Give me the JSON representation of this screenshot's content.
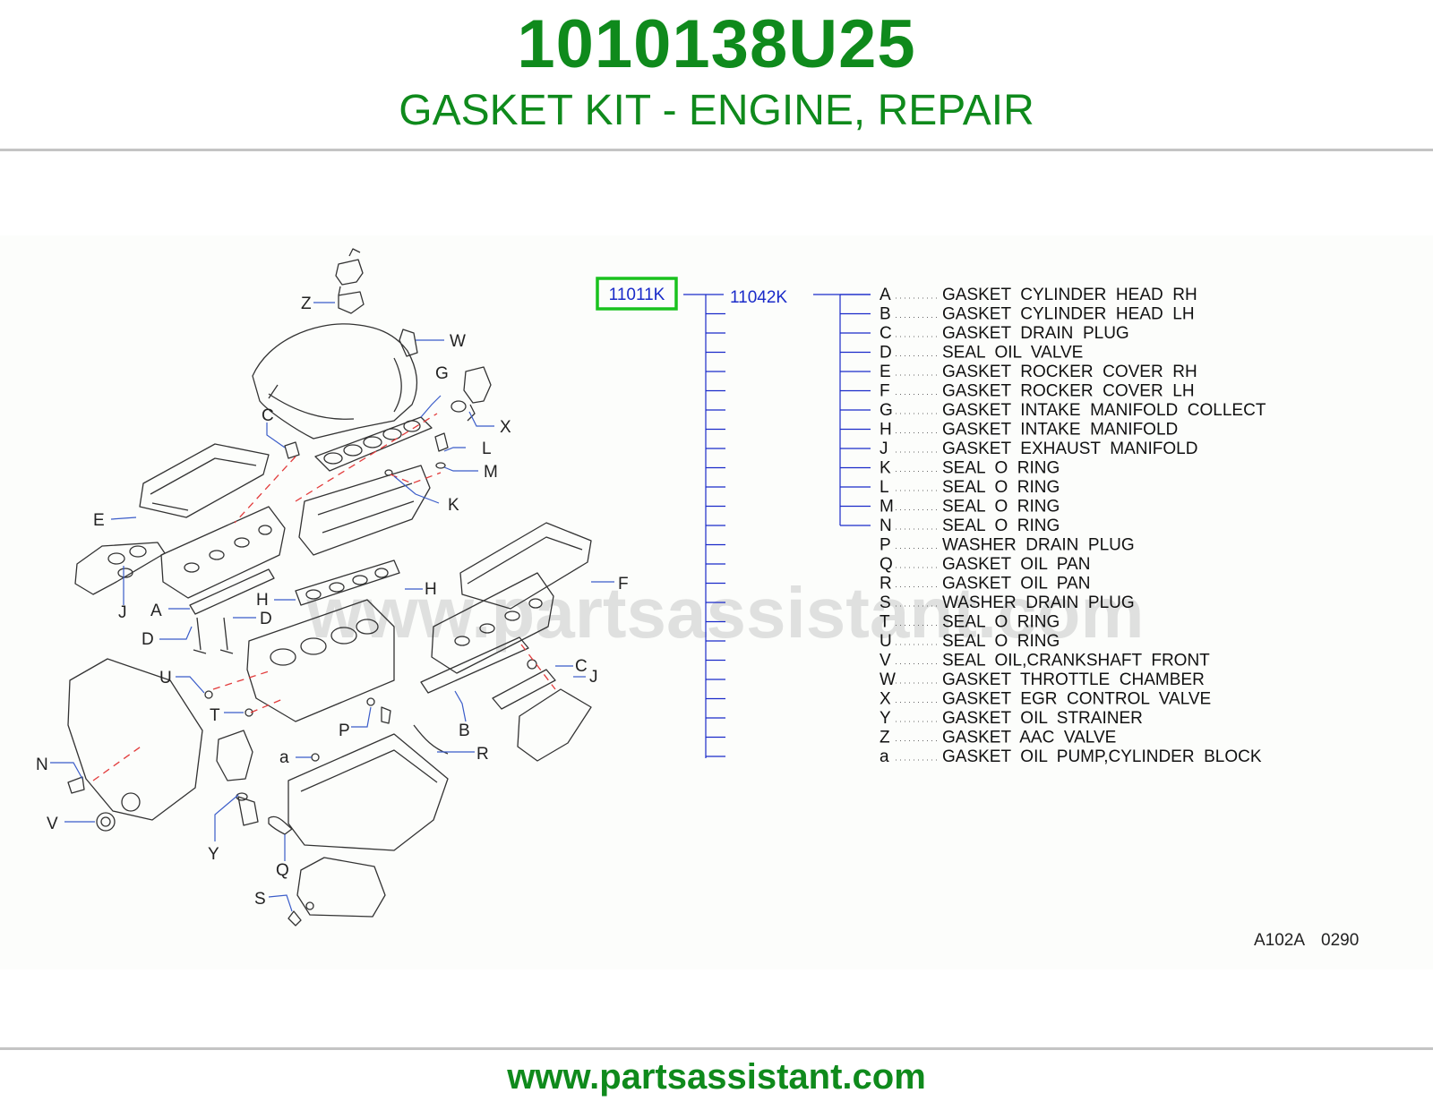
{
  "header": {
    "part_number": "1010138U25",
    "description": "GASKET KIT - ENGINE, REPAIR"
  },
  "diagram": {
    "kit_code": "11011K",
    "subkit_code": "11042K",
    "watermark": "www.partsassistant.com",
    "ref_code": [
      "A102A",
      "0290"
    ],
    "legend": [
      {
        "key": "A",
        "label": "GASKET  CYLINDER  HEAD  RH"
      },
      {
        "key": "B",
        "label": "GASKET  CYLINDER  HEAD  LH"
      },
      {
        "key": "C",
        "label": "GASKET  DRAIN  PLUG"
      },
      {
        "key": "D",
        "label": "SEAL  OIL  VALVE"
      },
      {
        "key": "E",
        "label": "GASKET  ROCKER  COVER  RH"
      },
      {
        "key": "F",
        "label": "GASKET  ROCKER  COVER  LH"
      },
      {
        "key": "G",
        "label": "GASKET  INTAKE  MANIFOLD  COLLECT"
      },
      {
        "key": "H",
        "label": "GASKET  INTAKE  MANIFOLD"
      },
      {
        "key": "J",
        "label": "GASKET  EXHAUST  MANIFOLD"
      },
      {
        "key": "K",
        "label": "SEAL  O  RING"
      },
      {
        "key": "L",
        "label": "SEAL  O  RING"
      },
      {
        "key": "M",
        "label": "SEAL  O  RING"
      },
      {
        "key": "N",
        "label": "SEAL  O  RING"
      },
      {
        "key": "P",
        "label": "WASHER  DRAIN  PLUG"
      },
      {
        "key": "Q",
        "label": "GASKET  OIL  PAN"
      },
      {
        "key": "R",
        "label": "GASKET  OIL  PAN"
      },
      {
        "key": "S",
        "label": "WASHER  DRAIN  PLUG"
      },
      {
        "key": "T",
        "label": "SEAL  O  RING"
      },
      {
        "key": "U",
        "label": "SEAL  O  RING"
      },
      {
        "key": "V",
        "label": "SEAL  OIL,CRANKSHAFT  FRONT"
      },
      {
        "key": "W",
        "label": "GASKET  THROTTLE  CHAMBER"
      },
      {
        "key": "X",
        "label": "GASKET  EGR  CONTROL  VALVE"
      },
      {
        "key": "Y",
        "label": "GASKET  OIL  STRAINER"
      },
      {
        "key": "Z",
        "label": "GASKET  AAC  VALVE"
      },
      {
        "key": "a",
        "label": "GASKET  OIL  PUMP,CYLINDER  BLOCK"
      }
    ],
    "callouts": [
      {
        "key": "Z"
      },
      {
        "key": "W"
      },
      {
        "key": "G"
      },
      {
        "key": "X"
      },
      {
        "key": "C"
      },
      {
        "key": "L"
      },
      {
        "key": "M"
      },
      {
        "key": "K"
      },
      {
        "key": "E"
      },
      {
        "key": "J"
      },
      {
        "key": "A"
      },
      {
        "key": "H"
      },
      {
        "key": "H"
      },
      {
        "key": "D"
      },
      {
        "key": "D"
      },
      {
        "key": "F"
      },
      {
        "key": "C"
      },
      {
        "key": "J"
      },
      {
        "key": "U"
      },
      {
        "key": "T"
      },
      {
        "key": "P"
      },
      {
        "key": "B"
      },
      {
        "key": "R"
      },
      {
        "key": "a"
      },
      {
        "key": "N"
      },
      {
        "key": "V"
      },
      {
        "key": "Y"
      },
      {
        "key": "Q"
      },
      {
        "key": "S"
      }
    ]
  },
  "footer": {
    "url": "www.partsassistant.com"
  },
  "colors": {
    "brand_green": "#0f8a1c",
    "tree_blue": "#1a2bc9",
    "highlight_box": "#19c21e",
    "dashed_red": "#e23b3b"
  }
}
